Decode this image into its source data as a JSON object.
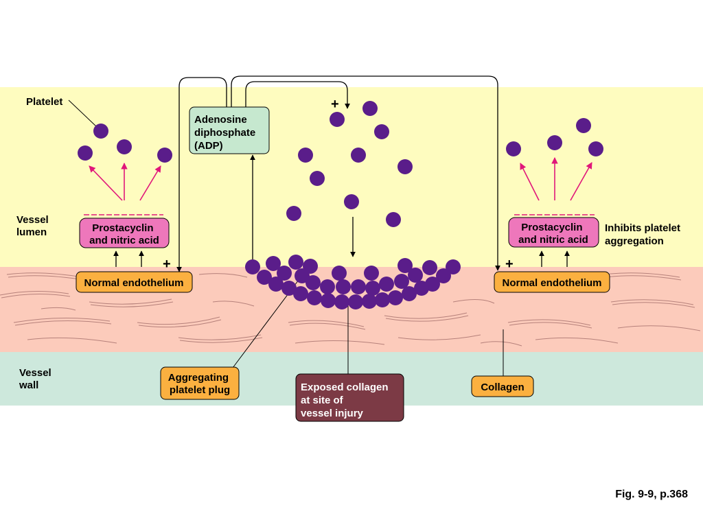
{
  "labels": {
    "platelet": "Platelet",
    "vessel_lumen": [
      "Vessel",
      "lumen"
    ],
    "vessel_wall": [
      "Vessel",
      "wall"
    ],
    "adp": [
      "Adenosine",
      "diphosphate",
      "(ADP)"
    ],
    "prostacyclin_left": [
      "Prostacyclin",
      "and nitric acid"
    ],
    "prostacyclin_right": [
      "Prostacyclin",
      "and nitric acid"
    ],
    "inhibits": [
      "Inhibits platelet",
      "aggregation"
    ],
    "endothelium_left": "Normal endothelium",
    "endothelium_right": "Normal endothelium",
    "aggregating_plug": [
      "Aggregating",
      "platelet plug"
    ],
    "exposed_collagen": [
      "Exposed collagen",
      "at site of",
      "vessel injury"
    ],
    "collagen": "Collagen",
    "plus": "+",
    "figure_ref": "Fig. 9-9, p.368"
  },
  "colors": {
    "lumen": "#fefcbf",
    "vessel_wall": "#fccbbb",
    "outer_band": "#cde8dc",
    "platelet": "#5a1d8a",
    "pink_box": "#ee77bb",
    "orange_box": "#fbb040",
    "adp_box": "#c6e8cf",
    "collagen_box": "#7c3a45",
    "arrow_pink": "#e0167a"
  }
}
